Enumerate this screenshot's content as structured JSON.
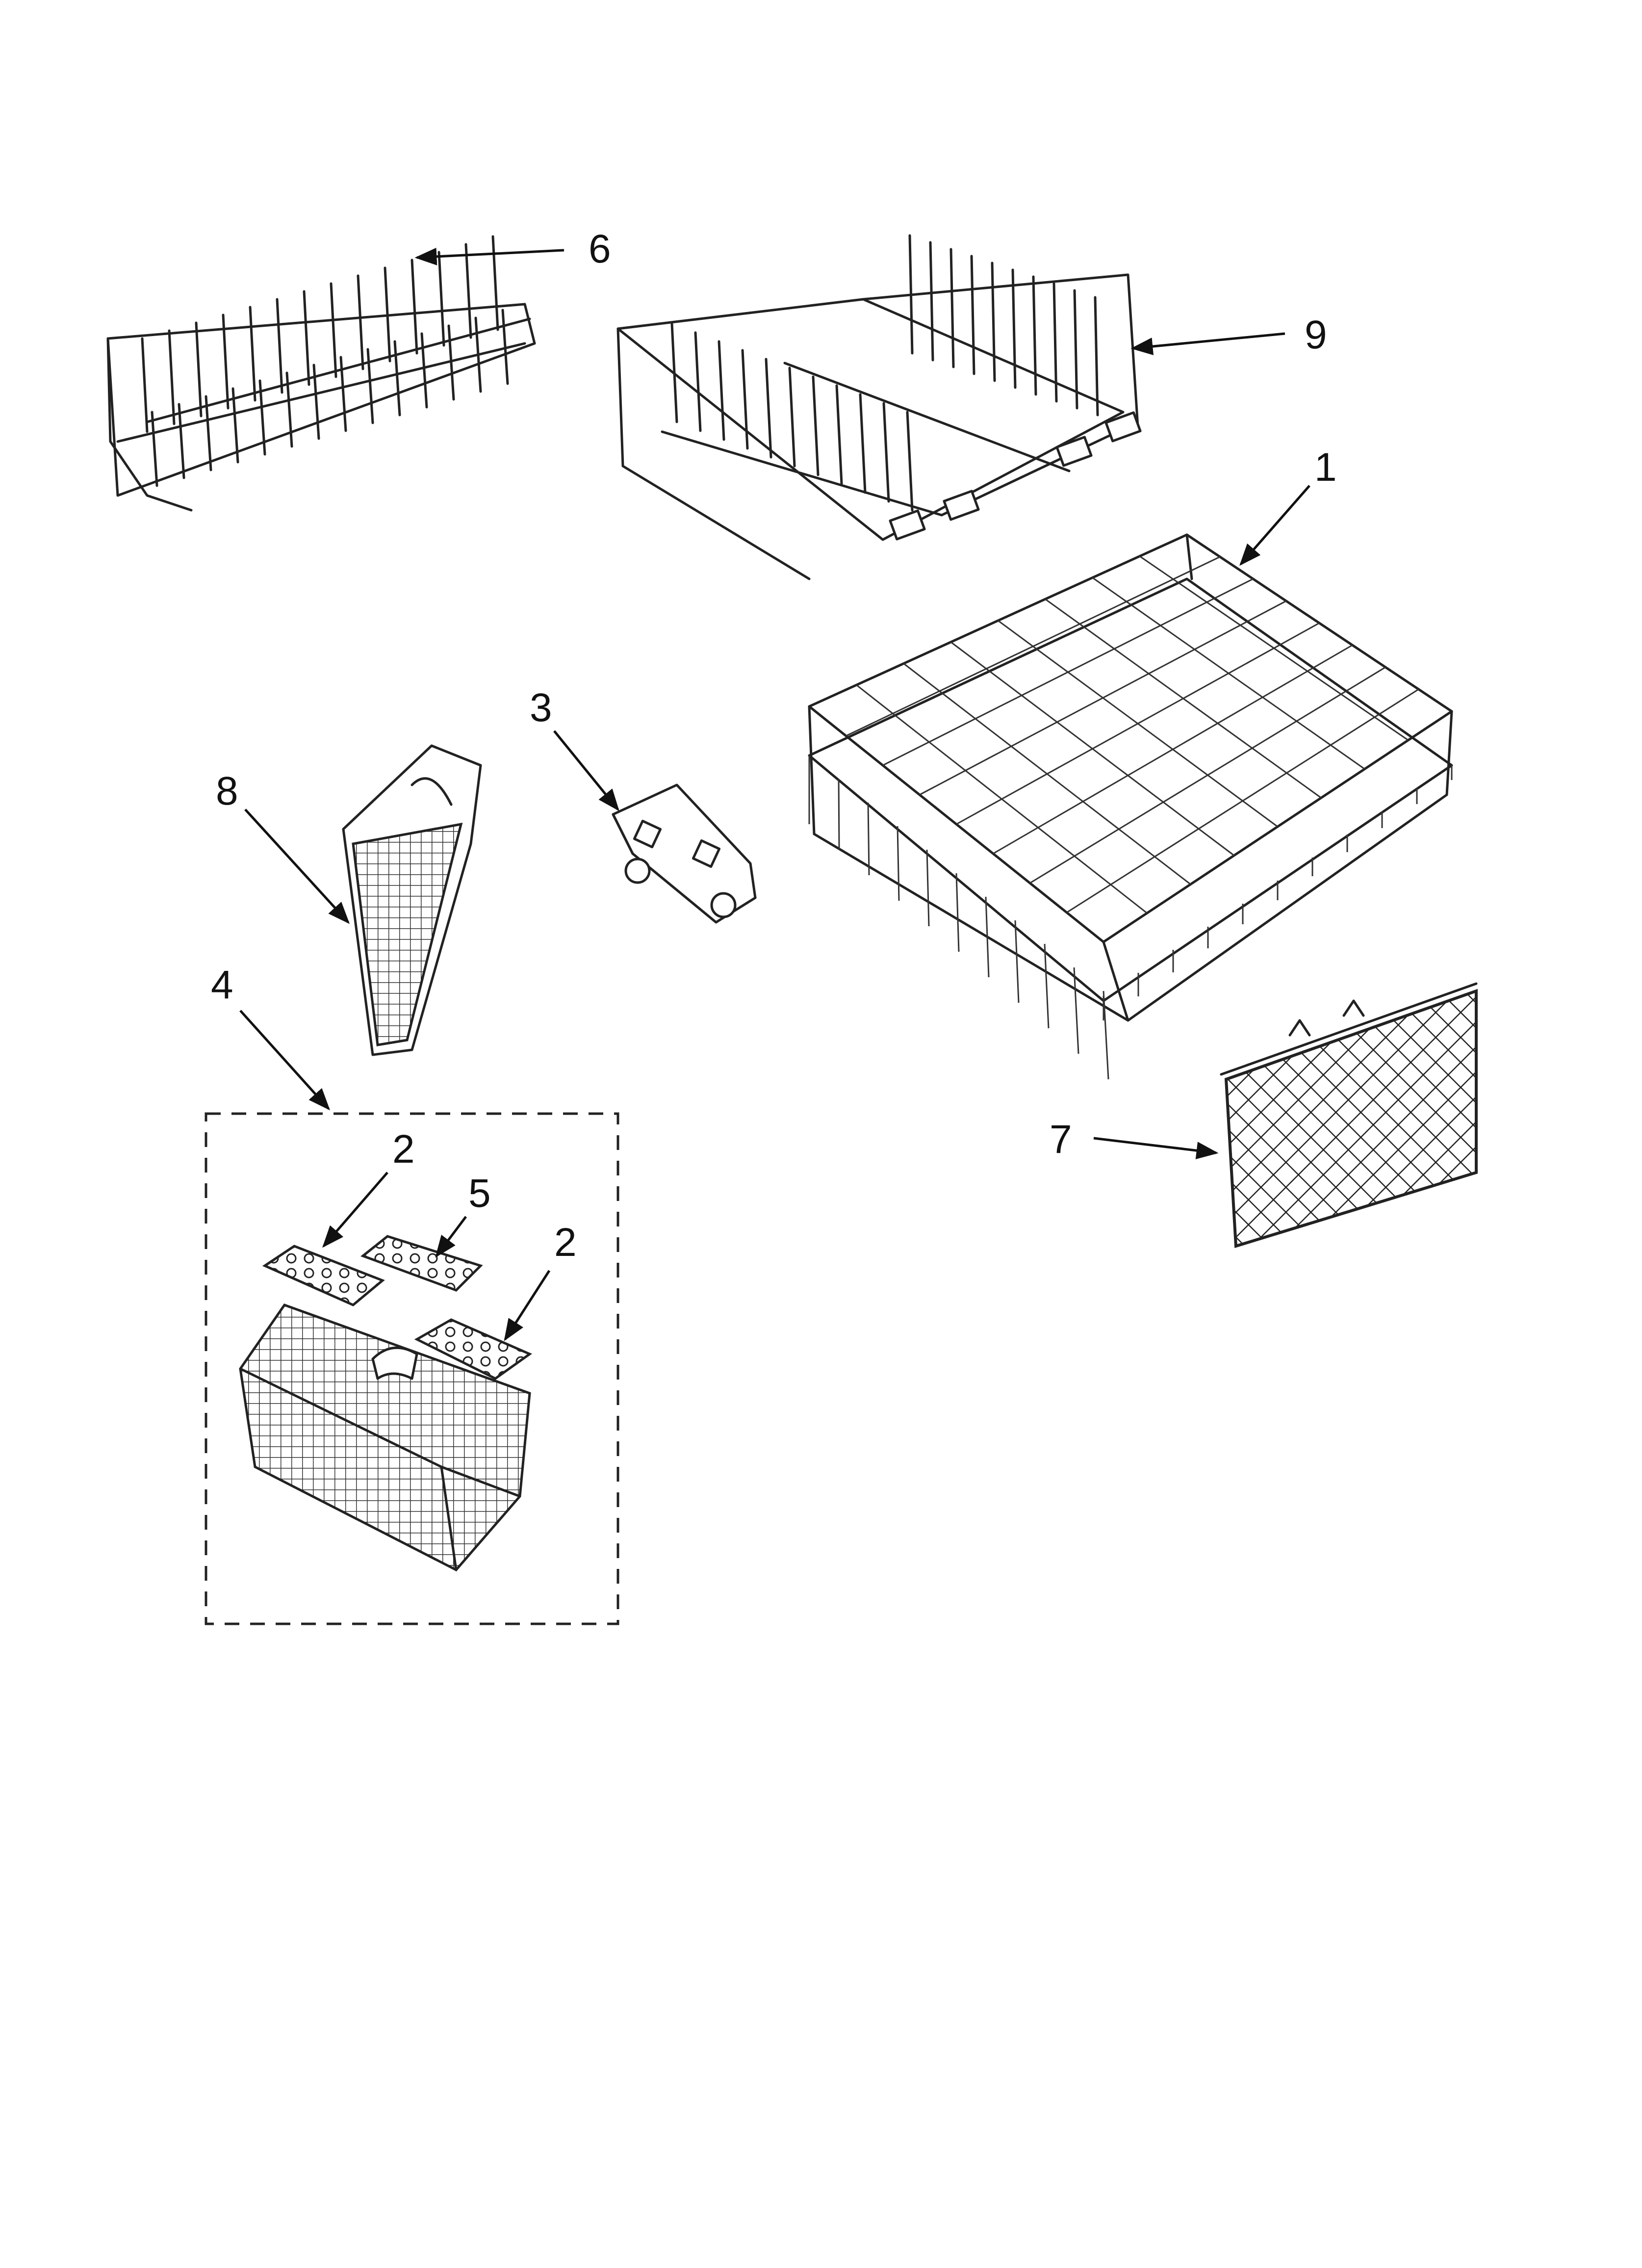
{
  "callouts": {
    "c1": "1",
    "c2a": "2",
    "c2b": "2",
    "c3": "3",
    "c4": "4",
    "c5": "5",
    "c6": "6",
    "c7": "7",
    "c8": "8",
    "c9": "9"
  },
  "colors": {
    "line": "#222222",
    "background": "#ffffff"
  }
}
